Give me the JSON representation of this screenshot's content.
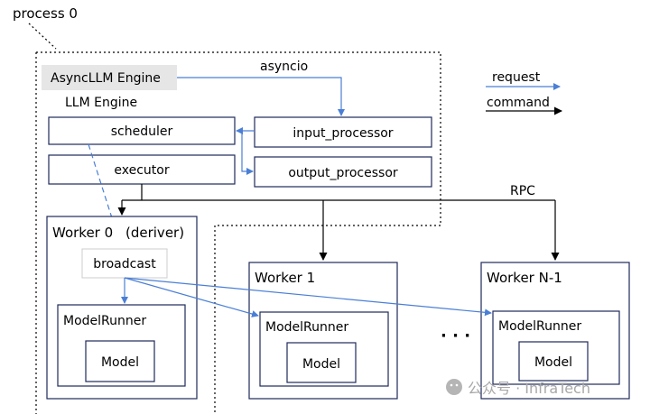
{
  "process_label": "process 0",
  "engine": {
    "async_label": "AsyncLLM Engine",
    "llm_label": "LLM Engine"
  },
  "asyncio_label": "asyncio",
  "legend": {
    "request": "request",
    "command": "command"
  },
  "components": {
    "scheduler": "scheduler",
    "executor": "executor",
    "input_processor": "input_processor",
    "output_processor": "output_processor"
  },
  "rpc_label": "RPC",
  "workers": {
    "w0": "Worker 0",
    "w0_role": "(deriver)",
    "broadcast": "broadcast",
    "w1": "Worker 1",
    "wn": "Worker N-1",
    "model_runner": "ModelRunner",
    "model": "Model",
    "ellipsis": "·  ·  ·"
  },
  "watermark": "公众号 · InfraTech",
  "colors": {
    "request": "#4a7fd6",
    "command": "#000000",
    "box_border": "#1f2a5a",
    "engine_bg": "#e6e6e6"
  }
}
